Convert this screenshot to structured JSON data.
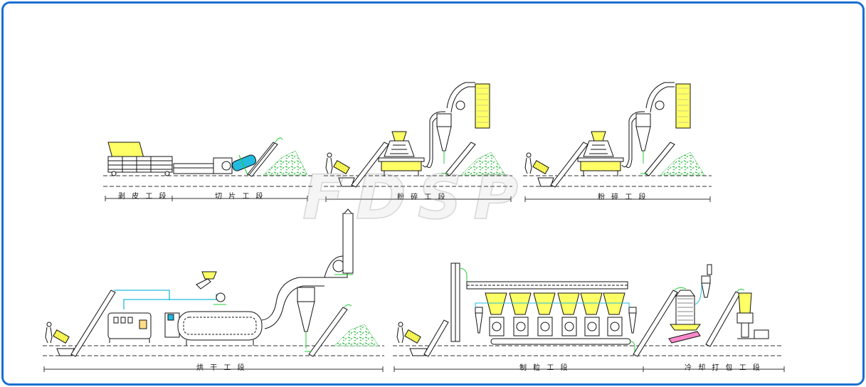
{
  "diagram": {
    "stages": [
      {
        "id": "debarking",
        "label": "剥 皮 工 段"
      },
      {
        "id": "chipping",
        "label": "切 片 工 段"
      },
      {
        "id": "crushing-1",
        "label": "粉 碎 工 段"
      },
      {
        "id": "crushing-2",
        "label": "粉 碎 工 段"
      },
      {
        "id": "drying",
        "label": "烘 干 工 段"
      },
      {
        "id": "pelletizing",
        "label": "制 粒 工 段"
      },
      {
        "id": "cooling-packing",
        "label": "冷 却 打 包 工 段"
      }
    ],
    "watermark": "FDSP",
    "colors": {
      "frame": "#1a6fd1",
      "machine_fill": "#ffff66",
      "pipe_green": "#22cc33",
      "pipe_cyan": "#22bbdd",
      "outline": "#111111",
      "chips": "#33bb44"
    }
  }
}
